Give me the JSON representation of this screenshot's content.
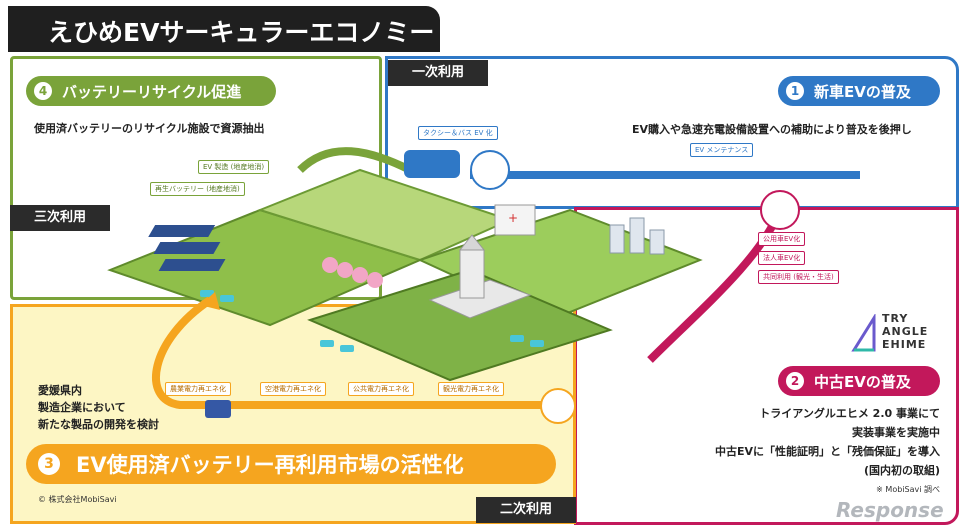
{
  "title": "えひめEVサーキュラーエコノミー",
  "sections": {
    "recycle": {
      "num": "4",
      "label": "バッテリーリサイクル促進",
      "desc": "使用済バッテリーのリサイクル施設で資源抽出",
      "tag": "三次利用"
    },
    "new_ev": {
      "num": "1",
      "label": "新車EVの普及",
      "desc": "EV購入や急速充電設備設置への補助により普及を後押し",
      "tag": "一次利用"
    },
    "used_ev": {
      "num": "2",
      "label": "中古EVの普及",
      "desc_lines": [
        "トライアングルエヒメ 2.0 事業にて",
        "実装事業を実施中",
        "中古EVに「性能証明」と「残価保証」を導入",
        "(国内初の取組)"
      ],
      "note": "※ MobiSavi 調べ"
    },
    "reuse": {
      "num": "3",
      "label": "EV使用済バッテリー再利用市場の活性化",
      "desc_lines": [
        "愛媛県内",
        "製造企業において",
        "新たな製品の開発を検討"
      ],
      "tag": "二次利用"
    }
  },
  "illustration_labels": {
    "ev_manufacturing": "EV 製造 (地産地消)",
    "recycled_battery": "再生バッテリー (地産地消)",
    "taxi_bus": "タクシー＆バス EV 化",
    "ev_maintenance": "EV メンテナンス",
    "gov_car": "公用車EV化",
    "corp_car": "法人車EV化",
    "shared_use": "共同利用 (観光・生活)",
    "agri_power": "農業電力再エネ化",
    "airport_power": "空港電力再エネ化",
    "public_power": "公共電力再エネ化",
    "tourism_power": "観光電力再エネ化"
  },
  "logo": {
    "lines": [
      "TRY",
      "ANGLE",
      "EHIME"
    ]
  },
  "credit": "© 株式会社MobiSavi",
  "watermark": "Response",
  "colors": {
    "green": "#7aa33a",
    "blue": "#2f78c6",
    "pink": "#c2185b",
    "orange": "#f5a51f",
    "dark": "#1f1f1f"
  }
}
